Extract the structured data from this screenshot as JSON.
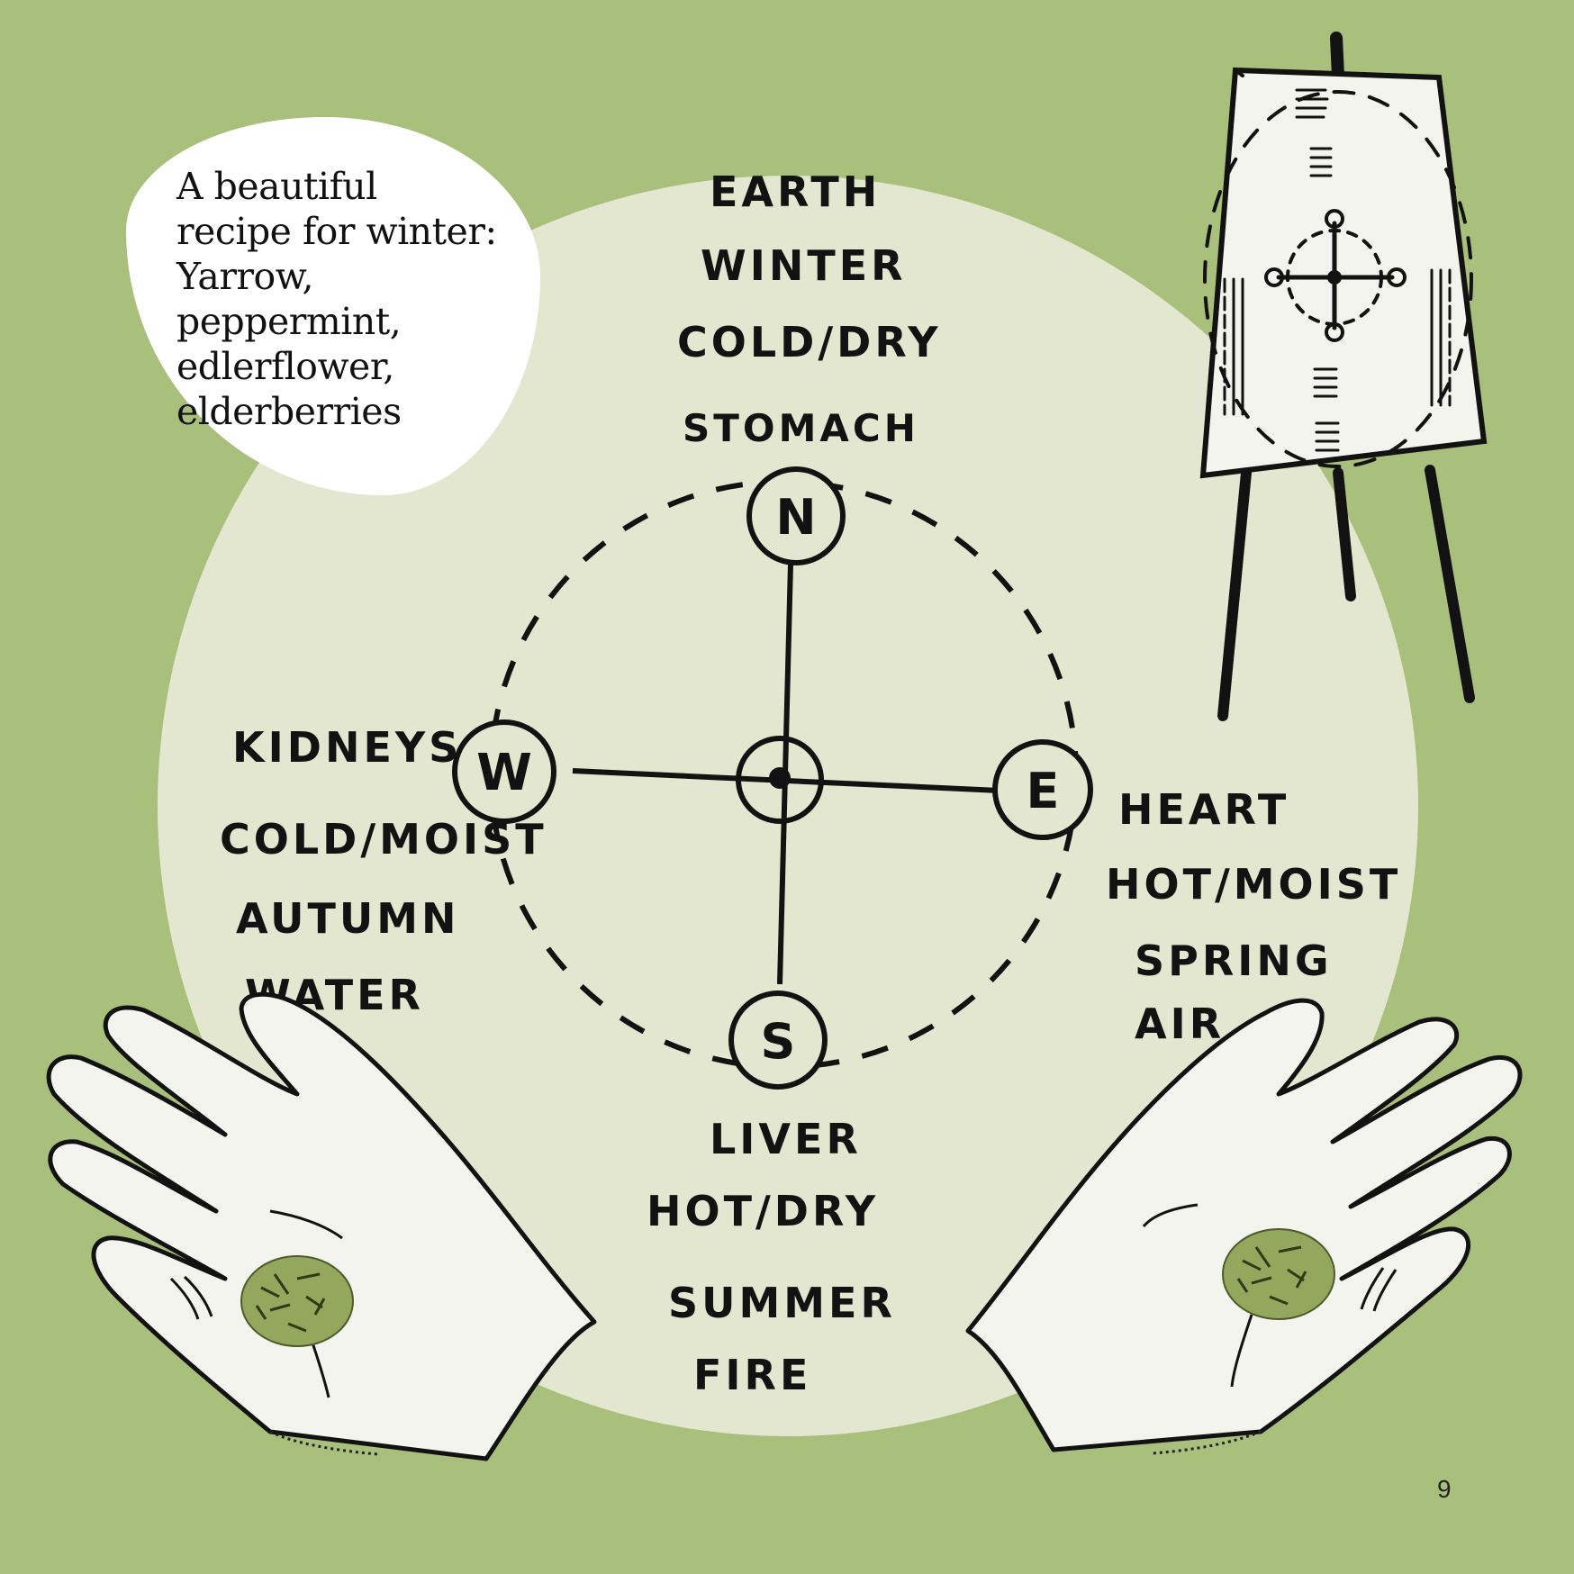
{
  "recipe": {
    "lines": [
      "A beautiful",
      "recipe for winter:",
      "Yarrow,",
      "peppermint,",
      "edlerflower,",
      "elderberries"
    ]
  },
  "compass": {
    "north": {
      "letter": "N",
      "labels": [
        "EARTH",
        "WINTER",
        "COLD/DRY",
        "STOMACH"
      ]
    },
    "east": {
      "letter": "E",
      "labels": [
        "HEART",
        "HOT/MOIST",
        "SPRING",
        "AIR"
      ]
    },
    "south": {
      "letter": "S",
      "labels": [
        "LIVER",
        "HOT/DRY",
        "SUMMER",
        "FIRE"
      ]
    },
    "west": {
      "letter": "W",
      "labels": [
        "KIDNEYS",
        "COLD/MOIST",
        "AUTUMN",
        "WATER"
      ]
    }
  },
  "page_number": "9",
  "icons": [
    "easel-icon",
    "left-hand-icon",
    "right-hand-icon",
    "herb-pile-icon",
    "compass-diagram-icon"
  ],
  "colors": {
    "background": "#a9bf7c",
    "circle": "#e3e7cf",
    "ink": "#121212",
    "herb": "#93a85d",
    "paper": "#f4f4ef"
  }
}
